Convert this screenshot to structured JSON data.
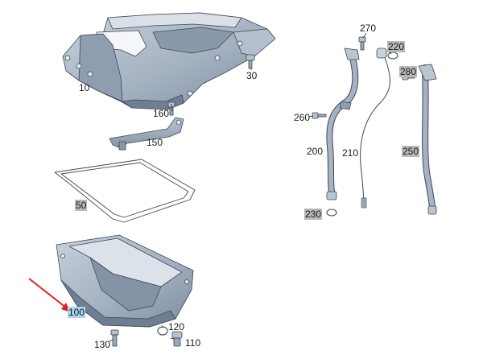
{
  "colors": {
    "part_fill": "#a6b3c3",
    "part_dark": "#7b8a9c",
    "part_light": "#d5dde6",
    "outline": "#3f4852",
    "arrow": "#e0221f",
    "highlight_gray": "#b8b8b8",
    "highlight_blue": "#a9d3ef"
  },
  "labels": {
    "p10": "10",
    "p30": "30",
    "p50": "50",
    "p100": "100",
    "p110": "110",
    "p120": "120",
    "p130": "130",
    "p150": "150",
    "p160": "160",
    "p200": "200",
    "p210": "210",
    "p220": "220",
    "p230": "230",
    "p250": "250",
    "p260": "260",
    "p270": "270",
    "p280": "280"
  }
}
